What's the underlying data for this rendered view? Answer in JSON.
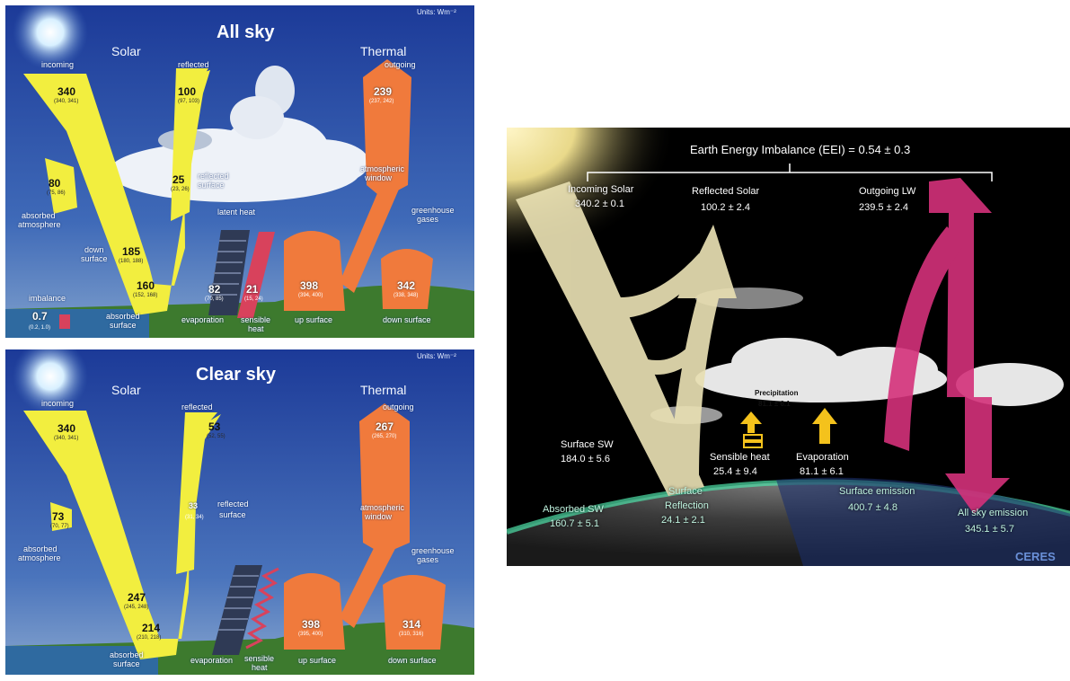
{
  "all_sky": {
    "units": "Units: Wm⁻²",
    "title": "All sky",
    "solar": "Solar",
    "thermal": "Thermal",
    "incoming": {
      "label": "incoming",
      "value": "340",
      "range": "(340, 341)"
    },
    "reflected": {
      "label": "reflected",
      "value": "100",
      "range": "(97, 103)"
    },
    "outgoing": {
      "label": "outgoing",
      "value": "239",
      "range": "(237, 242)"
    },
    "absorbed_atmosphere": {
      "label_1": "absorbed",
      "label_2": "atmosphere",
      "value": "80",
      "range": "(75, 86)"
    },
    "reflected_surface": {
      "label_1": "reflected",
      "label_2": "surface",
      "value": "25",
      "range": "(23, 26)"
    },
    "atmospheric_window": {
      "label_1": "atmospheric",
      "label_2": "window"
    },
    "greenhouse_gases": {
      "label_1": "greenhouse",
      "label_2": "gases"
    },
    "latent_heat": "latent heat",
    "down_surface_solar": {
      "label_1": "down",
      "label_2": "surface",
      "value": "185",
      "range": "(180, 188)"
    },
    "absorbed_surface": {
      "label_1": "absorbed",
      "label_2": "surface",
      "value": "160",
      "range": "(152, 168)"
    },
    "evaporation": {
      "label": "evaporation",
      "value": "82",
      "range": "(70, 85)"
    },
    "sensible_heat": {
      "label_1": "sensible",
      "label_2": "heat",
      "value": "21",
      "range": "(15, 24)"
    },
    "up_surface": {
      "label": "up surface",
      "value": "398",
      "range": "(394, 400)"
    },
    "down_surface": {
      "label": "down surface",
      "value": "342",
      "range": "(338, 348)"
    },
    "imbalance": {
      "label": "imbalance",
      "value": "0.7",
      "range": "(0.2, 1.0)"
    }
  },
  "clear_sky": {
    "units": "Units: Wm⁻²",
    "title": "Clear sky",
    "solar": "Solar",
    "thermal": "Thermal",
    "incoming": {
      "label": "incoming",
      "value": "340",
      "range": "(340, 341)"
    },
    "reflected": {
      "label": "reflected",
      "value": "53",
      "range": "(52, 55)"
    },
    "outgoing": {
      "label": "outgoing",
      "value": "267",
      "range": "(265, 270)"
    },
    "absorbed_atmosphere": {
      "label_1": "absorbed",
      "label_2": "atmosphere",
      "value": "73",
      "range": "(70, 77)"
    },
    "reflected_surface": {
      "label_1": "reflected",
      "label_2": "surface",
      "value": "33",
      "range": "(31, 34)"
    },
    "atmospheric_window": {
      "label_1": "atmospheric",
      "label_2": "window"
    },
    "greenhouse_gases": {
      "label_1": "greenhouse",
      "label_2": "gases"
    },
    "down_surface_solar": {
      "value": "247",
      "range": "(245, 248)"
    },
    "absorbed_surface": {
      "label_1": "absorbed",
      "label_2": "surface",
      "value": "214",
      "range": "(210, 218)"
    },
    "evaporation": {
      "label": "evaporation"
    },
    "sensible_heat": {
      "label_1": "sensible",
      "label_2": "heat"
    },
    "up_surface": {
      "label": "up surface",
      "value": "398",
      "range": "(395, 400)"
    },
    "down_surface": {
      "label": "down surface",
      "value": "314",
      "range": "(310, 316)"
    }
  },
  "ceres": {
    "eei": "Earth Energy Imbalance (EEI) = 0.54 ± 0.3",
    "incoming_solar": {
      "label": "Incoming Solar",
      "value": "340.2 ± 0.1"
    },
    "reflected_solar": {
      "label": "Reflected Solar",
      "value": "100.2 ± 2.4"
    },
    "outgoing_lw": {
      "label": "Outgoing LW",
      "value": "239.5 ± 2.4"
    },
    "precipitation": {
      "label": "Precipitation",
      "value": "81.1 ± 6.1"
    },
    "surface_sw": {
      "label": "Surface SW",
      "value": "184.0 ± 5.6"
    },
    "sensible_heat": {
      "label": "Sensible heat",
      "value": "25.4 ± 9.4"
    },
    "evaporation": {
      "label": "Evaporation",
      "value": "81.1 ± 6.1"
    },
    "absorbed_sw": {
      "label": "Absorbed SW",
      "value": "160.7 ± 5.1"
    },
    "surface_reflection": {
      "label_1": "Surface",
      "label_2": "Reflection",
      "value": "24.1 ± 2.1"
    },
    "surface_emission": {
      "label": "Surface emission",
      "value": "400.7 ± 4.8"
    },
    "all_sky_emission": {
      "label": "All sky emission",
      "value": "345.1 ± 5.7"
    },
    "logo": "CERES"
  },
  "colors": {
    "sky_top": "#1f3f9c",
    "sky_bottom": "#5f86c4",
    "solar_arrow": "#f2ee3f",
    "thermal_arrow": "#f07a3c",
    "latent_heat": "#2f3a55",
    "sensible_heat": "#d8425c",
    "ceres_sw": "#e8dfb2",
    "ceres_lw": "#d4317a",
    "ceres_flux": "#f4c21c"
  }
}
